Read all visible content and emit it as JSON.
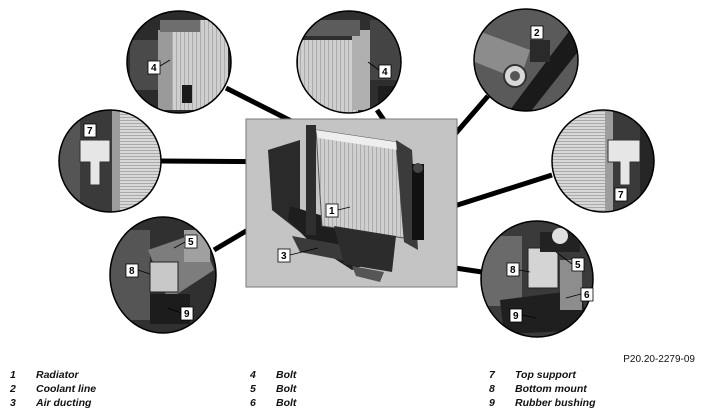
{
  "figure_ref": "P20.20-2279-09",
  "callouts": {
    "c1": "1",
    "c2": "2",
    "c3": "3",
    "c4a": "4",
    "c4b": "4",
    "c5a": "5",
    "c5b": "5",
    "c6": "6",
    "c7a": "7",
    "c7b": "7",
    "c8a": "8",
    "c8b": "8",
    "c9a": "9",
    "c9b": "9"
  },
  "legend": [
    {
      "num": "1",
      "label": "Radiator"
    },
    {
      "num": "2",
      "label": "Coolant line"
    },
    {
      "num": "3",
      "label": "Air ducting"
    },
    {
      "num": "4",
      "label": "Bolt"
    },
    {
      "num": "5",
      "label": "Bolt"
    },
    {
      "num": "6",
      "label": "Bolt"
    },
    {
      "num": "7",
      "label": "Top support"
    },
    {
      "num": "8",
      "label": "Bottom mount"
    },
    {
      "num": "9",
      "label": "Rubber bushing"
    }
  ]
}
